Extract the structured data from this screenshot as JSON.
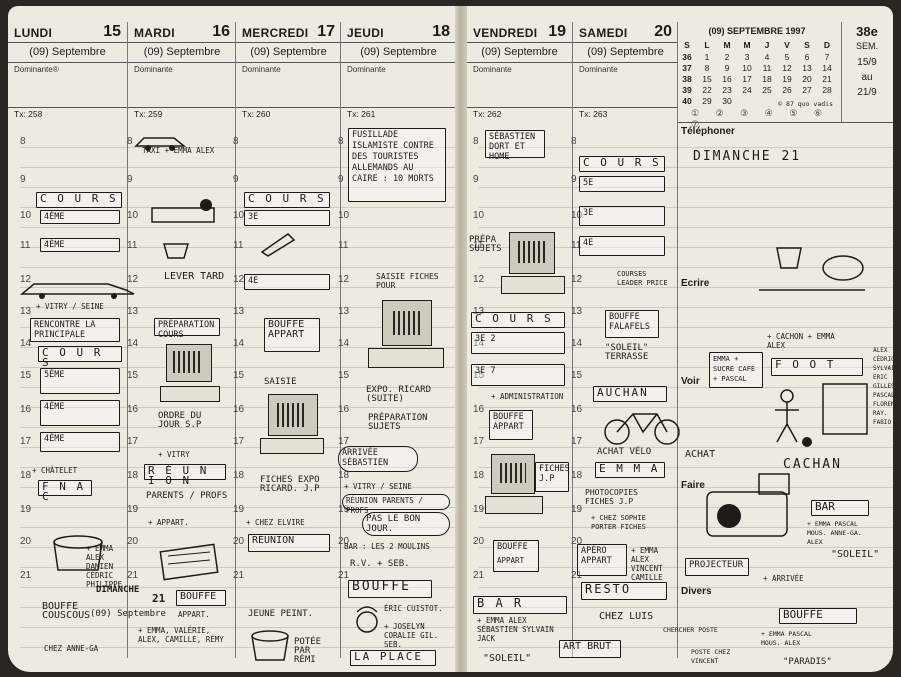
{
  "left_page": {
    "days": [
      {
        "name": "LUNDI",
        "num": "15",
        "month": "(09) Septembre",
        "dominante": "Dominante®",
        "tx": "Tx: 258"
      },
      {
        "name": "MARDI",
        "num": "16",
        "month": "(09) Septembre",
        "dominante": "Dominante",
        "tx": "Tx: 259"
      },
      {
        "name": "MERCREDI",
        "num": "17",
        "month": "(09) Septembre",
        "dominante": "Dominante",
        "tx": "Tx: 260"
      },
      {
        "name": "JEUDI",
        "num": "18",
        "month": "(09) Septembre",
        "dominante": "Dominante",
        "tx": "Tx: 261"
      }
    ]
  },
  "right_page": {
    "days": [
      {
        "name": "VENDREDI",
        "num": "19",
        "month": "(09) Septembre",
        "dominante": "Dominante",
        "tx": "Tx: 262"
      },
      {
        "name": "SAMEDI",
        "num": "20",
        "month": "(09) Septembre",
        "dominante": "Dominante",
        "tx": "Tx: 263"
      }
    ],
    "mini_calendar": {
      "title": "(09) SEPTEMBRE 1997",
      "headers": [
        "S",
        "L",
        "M",
        "M",
        "J",
        "V",
        "S",
        "D"
      ],
      "rows": [
        [
          "36",
          "1",
          "2",
          "3",
          "4",
          "5",
          "6",
          "7"
        ],
        [
          "37",
          "8",
          "9",
          "10",
          "11",
          "12",
          "13",
          "14"
        ],
        [
          "38",
          "15",
          "16",
          "17",
          "18",
          "19",
          "20",
          "21"
        ],
        [
          "39",
          "22",
          "23",
          "24",
          "25",
          "26",
          "27",
          "28"
        ],
        [
          "40",
          "29",
          "30",
          "",
          "",
          "",
          "",
          ""
        ]
      ],
      "copyright": "© 87 quo vadis",
      "circles": "① ② ③ ④ ⑤ ⑥ ⑦"
    },
    "week": {
      "label": "38e",
      "sem": "SEM.",
      "from": "15/9",
      "au": "au",
      "to": "21/9"
    },
    "sections": {
      "telephoner": "Téléphoner",
      "ecrire": "Ecrire",
      "voir": "Voir",
      "faire": "Faire",
      "divers": "Divers"
    }
  },
  "hours": [
    "8",
    "9",
    "10",
    "11",
    "12",
    "13",
    "14",
    "15",
    "16",
    "17",
    "18",
    "19",
    "20",
    "21"
  ],
  "notes": {
    "mon": {
      "cours1": "C O U R S",
      "c4": "4ème",
      "c4b": "4ème",
      "vitry": "+ VITRY / SEINE",
      "rencontre": "RENCONTRE LA PRINCIPALE",
      "cours2": "C O U R S",
      "c5": "5ème",
      "c4c": "4ème",
      "c4d": "4ème",
      "chatelet": "+ CHÂTELET",
      "fnac": "F N A C",
      "dim_day": "DIMANCHE",
      "dim_num": "21",
      "dim_month": "(09) Septembre",
      "bouffe": "BOUFFE COUSCOUS",
      "chez": "CHEZ ANNE-GA",
      "emma": "+ EMMA ALEX DAMIEN CÉDRIC PHILIPPE"
    },
    "tue": {
      "taxi": "TAXI + EMMA ALEX",
      "lever": "LEVER TARD",
      "prep": "PRÉPARATION COURS",
      "ordre": "ORDRE DU JOUR S.P",
      "vitry": "+ VITRY",
      "reunion": "R É U N I O N",
      "parents": "PARENTS / PROFS",
      "appart": "+ APPART.",
      "bouffe": "BOUFFE",
      "appart2": "APPART.",
      "guests": "+ EMMA, VALÉRIE, ALEX, CAMILLE, RÉMY"
    },
    "wed": {
      "cours": "C O U R S",
      "c3": "3e",
      "c4": "4e",
      "bouffe": "BOUFFE APPART",
      "saisie": "SAISIE",
      "fiches": "FICHES EXPO RICARD. J.P",
      "chez": "+ CHEZ ELVIRE",
      "reunion": "RÉUNION",
      "peint": "JEUNE PEINT.",
      "potee": "POTÉE PAR RÉMI"
    },
    "thu": {
      "fusillade": "FUSILLADE ISLAMISTE CONTRE DES TOURISTES ALLEMANDS AU CAIRE : 10 MORTS",
      "saisie": "SAISIE FICHES POUR",
      "expo": "EXPO. RICARD (SUITE)",
      "prepa": "PRÉPARATION SUJETS",
      "arrivee": "ARRIVÉE SÉBASTIEN",
      "vitry": "+ VITRY / SEINE",
      "reunion": "RÉUNION PARENTS / PROFS",
      "pas": "PAS LE BON JOUR.",
      "bar": "BAR : LES 2 MOULINS",
      "rv": "R.V. + SEB.",
      "bouffe": "BOUFFE",
      "eric": "ÉRIC CUISTOT.",
      "guests": "+ JOSELYN CORALIE GIL. SEB.",
      "place": "LA PLACE"
    },
    "fri": {
      "sebastien": "SÉBASTIEN DORT ET HOME",
      "prepa": "PRÉPA SUJETS",
      "cours": "C O U R S",
      "c32": "3e 2",
      "c37": "3e 7",
      "admin": "+ ADMINISTRATION",
      "bouffe": "BOUFFE APPART",
      "fiches": "FICHES J.P",
      "bouffe2": "BOUFFE",
      "appart": "APPART",
      "bar": "B A R",
      "guests": "+ EMMA ALEX SÉBASTIEN SYLVAIN JACK",
      "soleil": "\"SOLEIL\""
    },
    "sat": {
      "cours": "C O U R S",
      "c5": "5e",
      "c3": "3e",
      "c4": "4e",
      "courses": "COURSES LEADER PRICE",
      "bouffe": "BOUFFE FALAFELS",
      "soleil": "\"SOLEIL\" TERRASSE",
      "auchan": "AUCHAN",
      "achat": "ACHAT VÉLO",
      "emma": "E M M A",
      "photocopies": "PHOTOCOPIES FICHES J.P",
      "chez": "+ CHEZ SOPHIE PORTER FICHES",
      "apero": "APÉRO APPART",
      "guests": "+ EMMA ALEX VINCENT CAMILLE",
      "resto": "RESTO",
      "luis": "CHEZ LUIS",
      "art": "ART BRUT",
      "chercher": "CHERCHER POSTE",
      "chercher2": "POSTE CHEZ VINCENT"
    },
    "sun": {
      "title": "DIMANCHE 21",
      "cachon": "+ CACHON + EMMA ALEX",
      "emma": "EMMA + SUCRE CAFÉ + PASCAL",
      "foot": "F O O T",
      "players": "ALEX CÉDRIC SYLVAIN ÉRIC GILLES PASCAL FLORENT RAY. FABIO",
      "achat": "ACHAT",
      "cachan": "CACHAN",
      "projecteur": "PROJECTEUR",
      "bar": "BAR",
      "bar_guests": "+ EMMA PASCAL MOUS. ANNE-GA. ALEX",
      "soleil": "\"SOLEIL\"",
      "arrivee": "+ ARRIVÉE",
      "bouffe": "BOUFFE",
      "bouffe_guests": "+ EMMA PASCAL MOUS. ALEX",
      "paradis": "\"PARADIS\""
    }
  }
}
